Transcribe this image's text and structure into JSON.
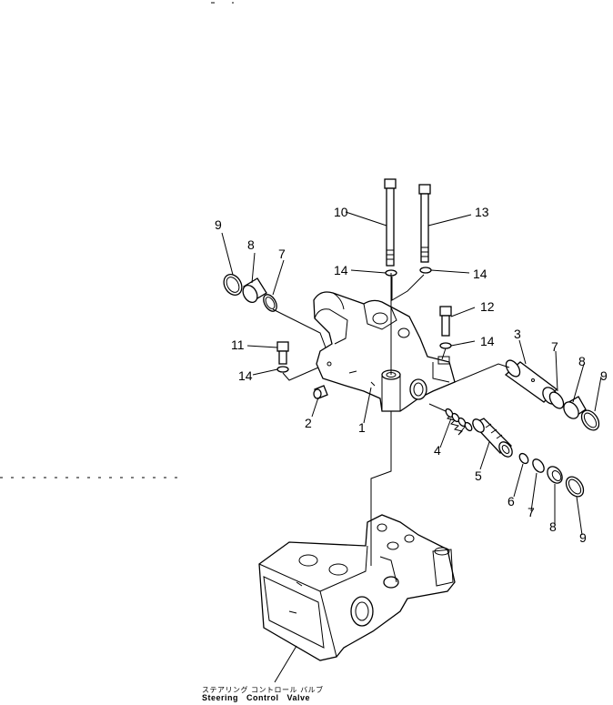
{
  "diagram": {
    "callouts": {
      "n1": "1",
      "n2": "2",
      "n3": "3",
      "n4": "4",
      "n5": "5",
      "n6": "6",
      "n7a": "7",
      "n7b": "7",
      "n7c": "7",
      "n8a": "8",
      "n8b": "8",
      "n8c": "8",
      "n9a": "9",
      "n9b": "9",
      "n9c": "9",
      "n10": "10",
      "n11": "11",
      "n12": "12",
      "n13": "13",
      "n14a": "14",
      "n14b": "14",
      "n14c": "14",
      "n14d": "14"
    },
    "caption": {
      "japanese": "ステアリング コントロール バルブ",
      "english": "Steering Control Valve"
    }
  }
}
